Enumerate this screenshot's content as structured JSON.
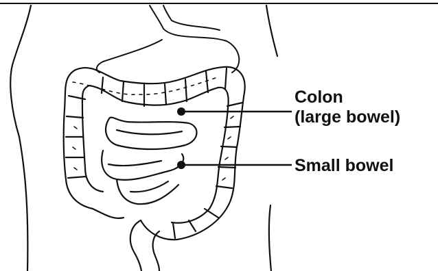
{
  "labels": {
    "colon_line1": "Colon",
    "colon_line2": "(large bowel)",
    "small_bowel": "Small bowel"
  },
  "colors": {
    "ink": "#111111",
    "background": "#ffffff"
  }
}
